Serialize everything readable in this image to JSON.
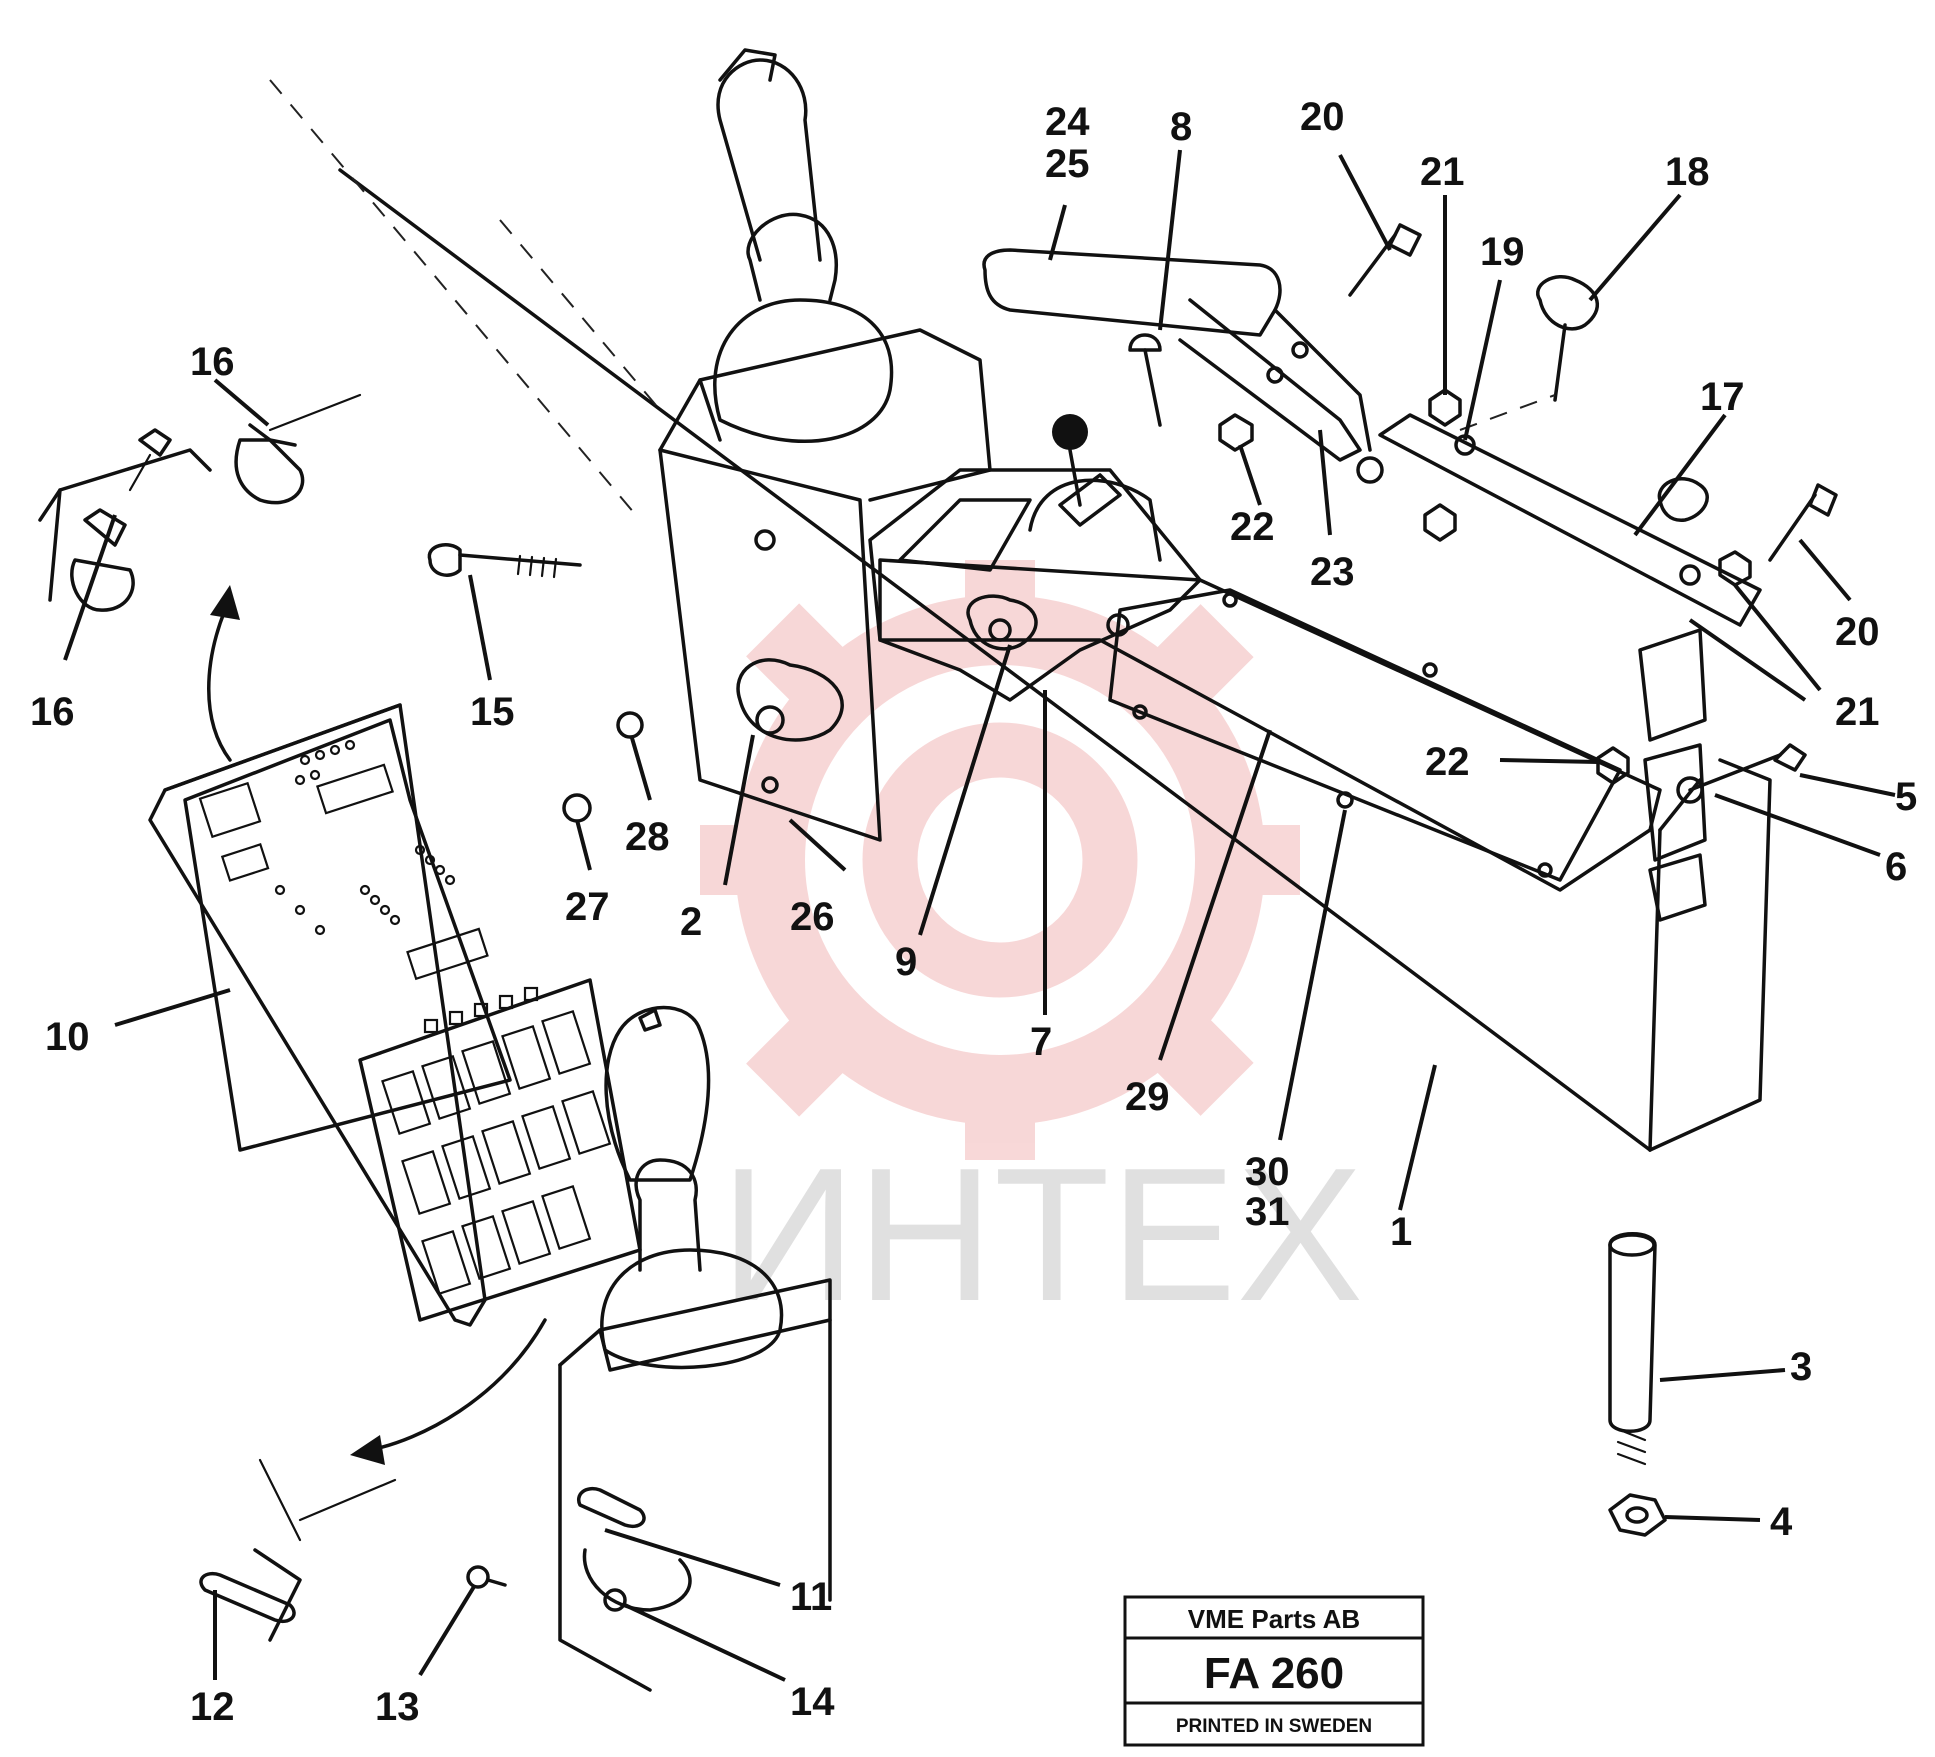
{
  "diagram": {
    "callouts": [
      "1",
      "2",
      "3",
      "4",
      "5",
      "6",
      "7",
      "8",
      "9",
      "10",
      "11",
      "12",
      "13",
      "14",
      "15",
      "16",
      "16",
      "17",
      "18",
      "19",
      "20",
      "20",
      "21",
      "21",
      "22",
      "22",
      "23",
      "24",
      "25",
      "26",
      "27",
      "28",
      "29",
      "30",
      "31"
    ]
  },
  "watermark": {
    "text": "ИНТЕХ",
    "color": "#f2b8b8"
  },
  "title_block": {
    "company": "VME Parts AB",
    "code": "FA 260",
    "footer": "PRINTED IN SWEDEN"
  }
}
